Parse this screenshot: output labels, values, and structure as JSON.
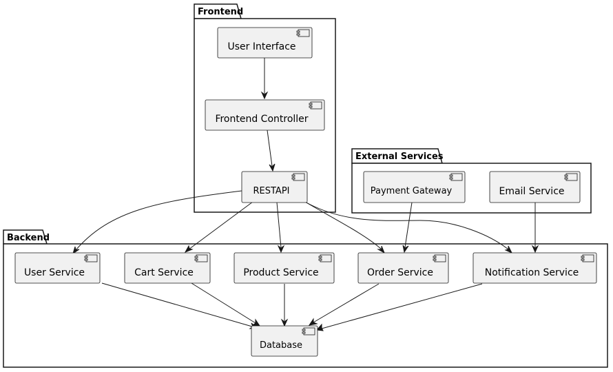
{
  "packages": {
    "frontend": {
      "title": "Frontend"
    },
    "external": {
      "title": "External Services"
    },
    "backend": {
      "title": "Backend"
    }
  },
  "components": {
    "user_interface": "User Interface",
    "frontend_controller": "Frontend Controller",
    "rest_api": "RESTAPI",
    "payment_gateway": "Payment Gateway",
    "email_service": "Email Service",
    "user_service": "User Service",
    "cart_service": "Cart Service",
    "product_service": "Product Service",
    "order_service": "Order Service",
    "notification_service": "Notification Service",
    "database": "Database"
  },
  "connections": [
    {
      "from": "User Interface",
      "to": "Frontend Controller"
    },
    {
      "from": "Frontend Controller",
      "to": "RESTAPI"
    },
    {
      "from": "RESTAPI",
      "to": "User Service"
    },
    {
      "from": "RESTAPI",
      "to": "Cart Service"
    },
    {
      "from": "RESTAPI",
      "to": "Product Service"
    },
    {
      "from": "RESTAPI",
      "to": "Order Service"
    },
    {
      "from": "RESTAPI",
      "to": "Notification Service"
    },
    {
      "from": "Payment Gateway",
      "to": "Order Service"
    },
    {
      "from": "Email Service",
      "to": "Notification Service"
    },
    {
      "from": "User Service",
      "to": "Database"
    },
    {
      "from": "Cart Service",
      "to": "Database"
    },
    {
      "from": "Product Service",
      "to": "Database"
    },
    {
      "from": "Order Service",
      "to": "Database"
    },
    {
      "from": "Notification Service",
      "to": "Database"
    }
  ],
  "colors": {
    "component_fill": "#f1f1f1",
    "stroke": "#181818",
    "background": "#ffffff"
  }
}
